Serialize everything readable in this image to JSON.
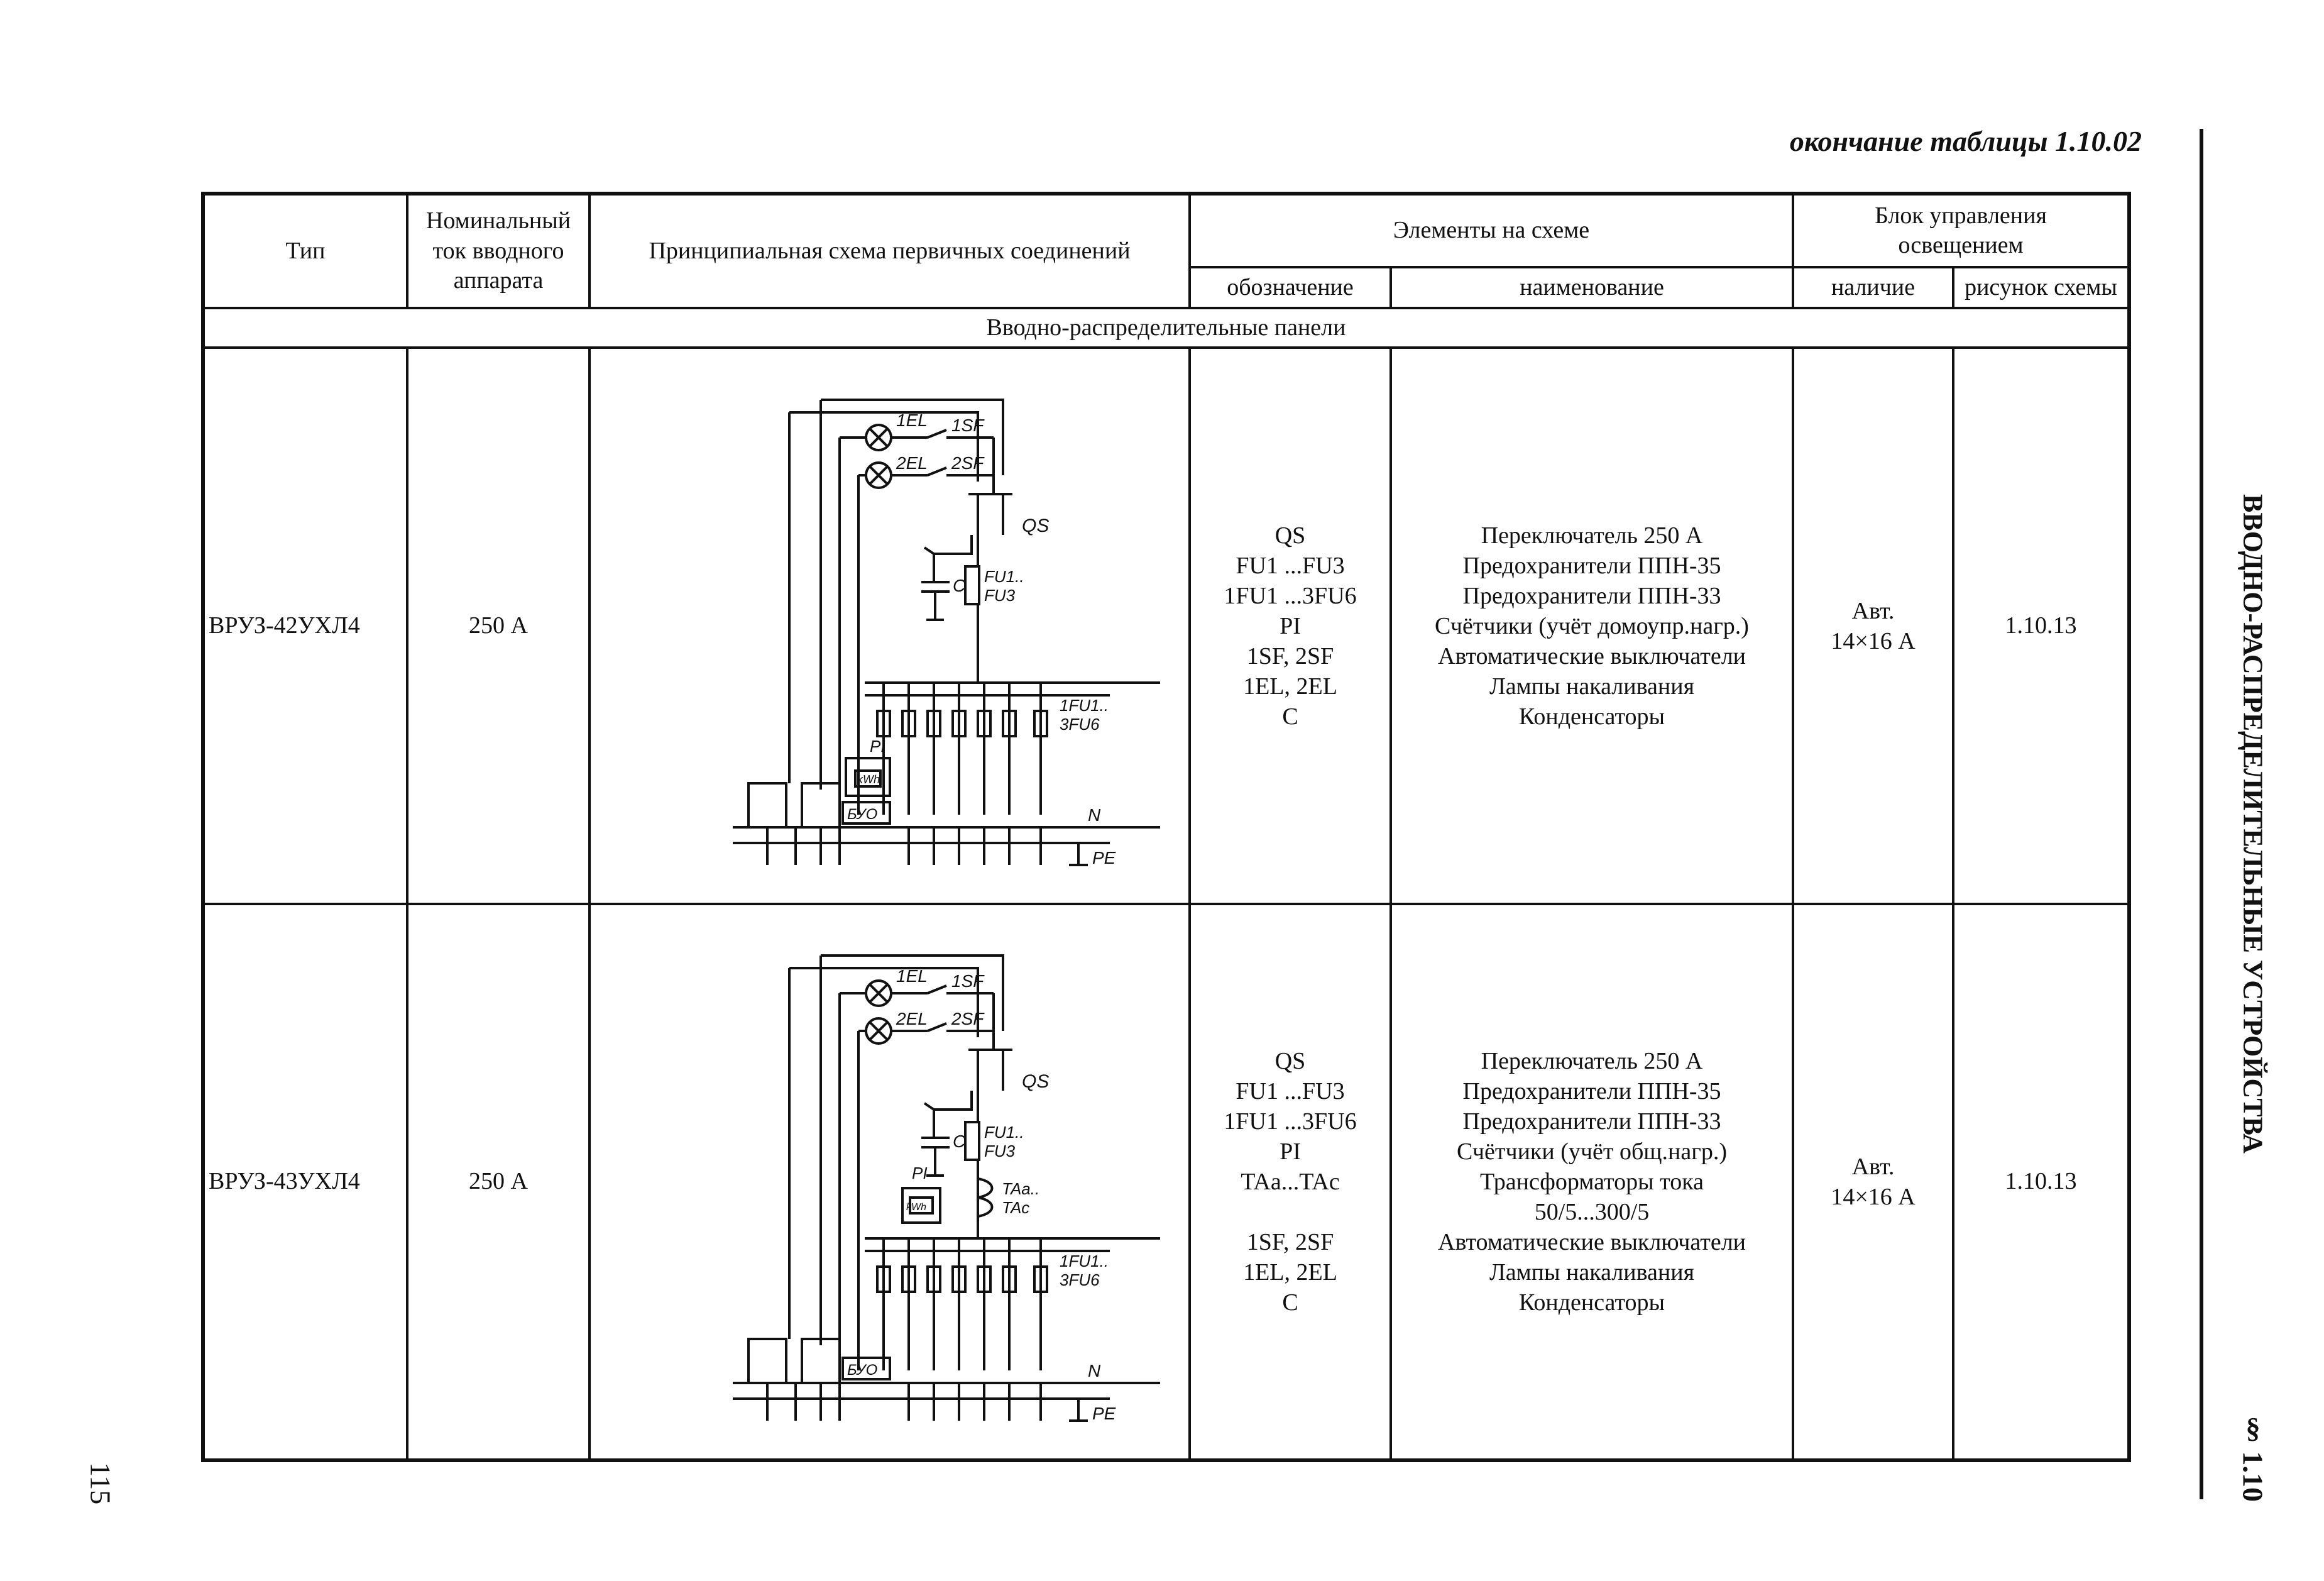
{
  "caption": "окончание таблицы 1.10.02",
  "side_title": "ВВОДНО-РАСПРЕДЕЛИТЕЛЬНЫЕ УСТРОЙСТВА",
  "side_section": "§ 1.10",
  "page_number": "115",
  "table": {
    "headers": {
      "type": "Тип",
      "current": [
        "Номинальный",
        "ток вводного",
        "аппарата"
      ],
      "schema": "Принципиальная схема первичных соединений",
      "elements": "Элементы на схеме",
      "designation": "обозначение",
      "name": "наименование",
      "lighting": [
        "Блок управления",
        "освещением"
      ],
      "presence": "наличие",
      "figure": "рисунок схемы"
    },
    "section": "Вводно-распределительные панели",
    "rows": [
      {
        "type": "ВРУЗ-42УХЛ4",
        "current": "250 А",
        "designations": [
          "QS",
          "FU1 ...FU3",
          "1FU1 ...3FU6",
          "PI",
          "1SF, 2SF",
          "1EL, 2EL",
          "C"
        ],
        "names": [
          "Переключатель 250 А",
          "Предохранители ППН-35",
          "Предохранители ППН-33",
          "Счётчики (учёт домоупр.нагр.)",
          "Автоматические выключатели",
          "Лампы накаливания",
          "Конденсаторы"
        ],
        "presence": [
          "Авт.",
          "14×16 А"
        ],
        "figure": "1.10.13",
        "diagram": {
          "el1": "1EL",
          "el2": "2EL",
          "sf1": "1SF",
          "sf2": "2SF",
          "qs": "QS",
          "c": "C",
          "fu_a": "FU1..",
          "fu_b": "FU3",
          "ffu_a": "1FU1..",
          "ffu_b": "3FU6",
          "pi": "PI",
          "meter": "kWh",
          "buo": "БУО",
          "n": "N",
          "pe": "PE"
        }
      },
      {
        "type": "ВРУЗ-43УХЛ4",
        "current": "250 А",
        "designations": [
          "QS",
          "FU1 ...FU3",
          "1FU1 ...3FU6",
          "PI",
          "TAa...TAc",
          "",
          "1SF, 2SF",
          "1EL, 2EL",
          "C"
        ],
        "names": [
          "Переключатель 250 А",
          "Предохранители ППН-35",
          "Предохранители ППН-33",
          "Счётчики (учёт общ.нагр.)",
          "Трансформаторы тока",
          "50/5...300/5",
          "Автоматические выключатели",
          "Лампы накаливания",
          "Конденсаторы"
        ],
        "presence": [
          "Авт.",
          "14×16 А"
        ],
        "figure": "1.10.13",
        "diagram": {
          "el1": "1EL",
          "el2": "2EL",
          "sf1": "1SF",
          "sf2": "2SF",
          "qs": "QS",
          "c": "C",
          "fu_a": "FU1..",
          "fu_b": "FU3",
          "ffu_a": "1FU1..",
          "ffu_b": "3FU6",
          "pi": "PI",
          "meter": "kWh",
          "ta_a": "TAa..",
          "ta_b": "TAc",
          "buo": "БУО",
          "n": "N",
          "pe": "PE"
        }
      }
    ]
  }
}
